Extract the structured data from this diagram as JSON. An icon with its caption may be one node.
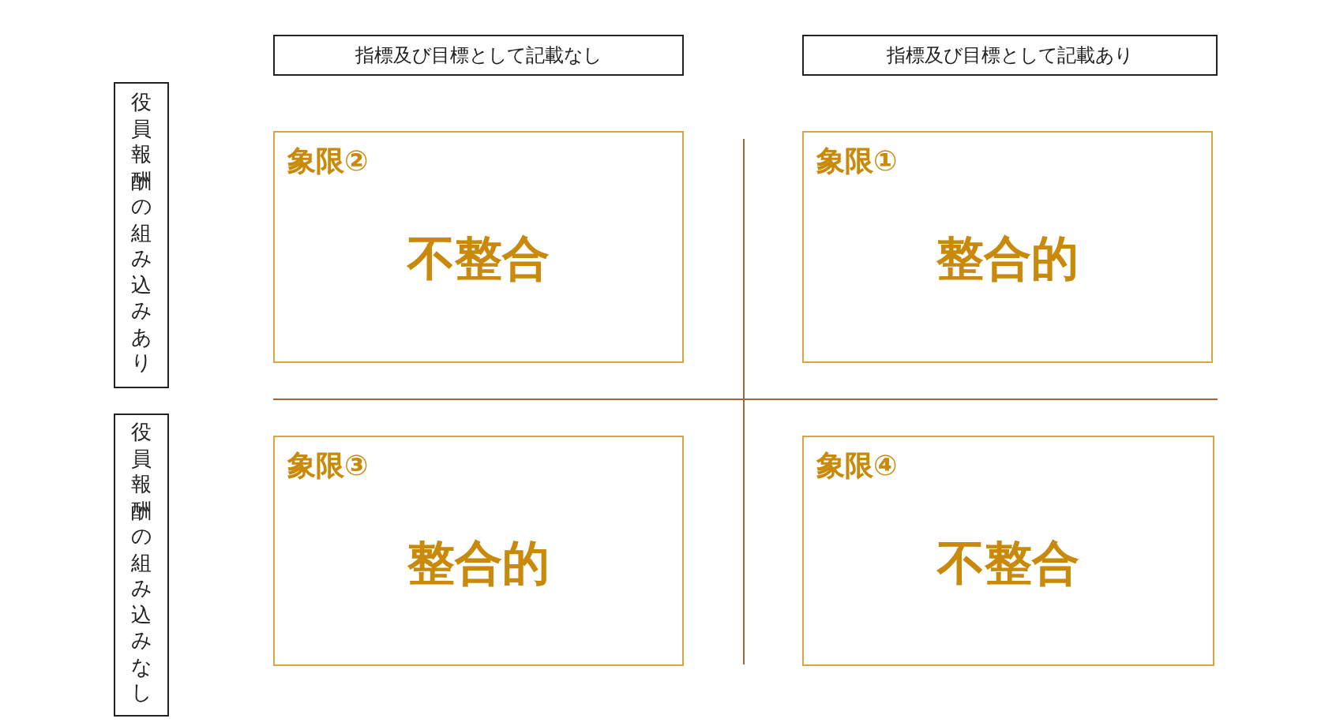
{
  "diagram": {
    "nodes": [
      {
        "text": [
          "指標及び目標として記載なし"
        ]
      },
      {
        "text": [
          "指標及び目標として記載あり"
        ]
      },
      {
        "text": [
          "役員報酬の組み込みあり"
        ]
      },
      {
        "text": [
          "象限②",
          "不整合"
        ]
      },
      {
        "text": [
          "象限①",
          "整合的"
        ]
      },
      {
        "text": [
          "役員報酬の組み込みなし"
        ]
      },
      {
        "text": [
          "象限③",
          "整合的"
        ]
      },
      {
        "text": [
          "象限④",
          "不整合"
        ]
      }
    ],
    "edges": []
  }
}
